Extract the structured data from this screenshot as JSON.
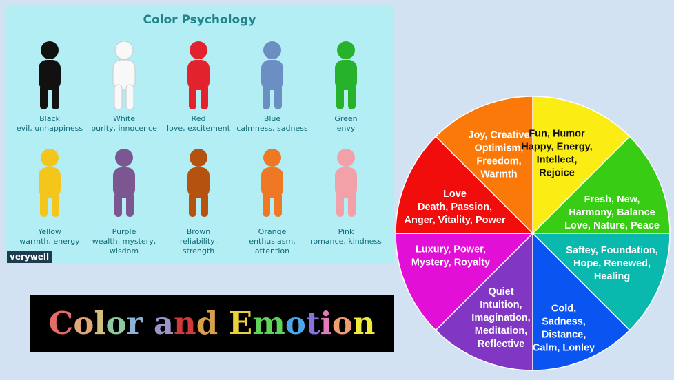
{
  "infographic": {
    "title": "Color Psychology",
    "brand": "verywell",
    "figures": [
      {
        "name": "Black",
        "desc": [
          "evil, unhappiness"
        ],
        "color": "#111111"
      },
      {
        "name": "White",
        "desc": [
          "purity, innocence"
        ],
        "color": "#f8f8f8"
      },
      {
        "name": "Red",
        "desc": [
          "love, excitement"
        ],
        "color": "#e2232e"
      },
      {
        "name": "Blue",
        "desc": [
          "calmness, sadness"
        ],
        "color": "#6b8fc2"
      },
      {
        "name": "Green",
        "desc": [
          "envy"
        ],
        "color": "#27b22b"
      },
      {
        "name": "Yellow",
        "desc": [
          "warmth, energy"
        ],
        "color": "#f4c61c"
      },
      {
        "name": "Purple",
        "desc": [
          "wealth, mystery,",
          "wisdom"
        ],
        "color": "#7b5690"
      },
      {
        "name": "Brown",
        "desc": [
          "reliability,",
          "strength"
        ],
        "color": "#b5520f"
      },
      {
        "name": "Orange",
        "desc": [
          "enthusiasm,",
          "attention"
        ],
        "color": "#ef7824"
      },
      {
        "name": "Pink",
        "desc": [
          "romance, kindness"
        ],
        "color": "#f2a1a8"
      }
    ]
  },
  "banner": {
    "letters": [
      {
        "ch": "C",
        "color": "#e56a6a"
      },
      {
        "ch": "o",
        "color": "#e0a878"
      },
      {
        "ch": "l",
        "color": "#d4c07a"
      },
      {
        "ch": "o",
        "color": "#8ec9a0"
      },
      {
        "ch": "r",
        "color": "#8fb1d8"
      },
      {
        "ch": " ",
        "color": "#ffffff"
      },
      {
        "ch": "a",
        "color": "#9c93c9"
      },
      {
        "ch": "n",
        "color": "#d13a3a"
      },
      {
        "ch": "d",
        "color": "#d8a04d"
      },
      {
        "ch": " ",
        "color": "#ffffff"
      },
      {
        "ch": "E",
        "color": "#ecd23a"
      },
      {
        "ch": "m",
        "color": "#5fd35a"
      },
      {
        "ch": "o",
        "color": "#4fa6e6"
      },
      {
        "ch": "t",
        "color": "#8a73d6"
      },
      {
        "ch": "i",
        "color": "#e07cb8"
      },
      {
        "ch": "o",
        "color": "#ef9c6f"
      },
      {
        "ch": "n",
        "color": "#f1ea3a"
      }
    ]
  },
  "wheel": {
    "segments": [
      {
        "color": "#fbec14",
        "lines": [
          "Fun, Humor",
          "Happy, Energy,",
          "Intellect,",
          "Rejoice"
        ],
        "text_color": "#111111"
      },
      {
        "color": "#38cc14",
        "lines": [
          "Fresh, New,",
          "Harmony, Balance",
          "Love, Nature, Peace"
        ],
        "text_color": "#ffffff"
      },
      {
        "color": "#0ab9ad",
        "lines": [
          "Saftey, Foundation,",
          "Hope, Renewed,",
          "Healing"
        ],
        "text_color": "#ffffff"
      },
      {
        "color": "#0a55f2",
        "lines": [
          "Cold,",
          "Sadness,",
          "Distance,",
          "Calm, Lonley"
        ],
        "text_color": "#ffffff"
      },
      {
        "color": "#8136c4",
        "lines": [
          "Quiet",
          "Intuition,",
          "Imagination,",
          "Meditation,",
          "Reflective"
        ],
        "text_color": "#ffffff"
      },
      {
        "color": "#e20fd6",
        "lines": [
          "Luxury, Power,",
          "Mystery, Royalty"
        ],
        "text_color": "#ffffff"
      },
      {
        "color": "#f20d0d",
        "lines": [
          "Love",
          "Death, Passion,",
          "Anger, Vitality, Power"
        ],
        "text_color": "#ffffff"
      },
      {
        "color": "#fb7909",
        "lines": [
          "Joy, Creative",
          "Optimism,",
          "Freedom,",
          "Warmth"
        ],
        "text_color": "#ffffff"
      }
    ]
  }
}
